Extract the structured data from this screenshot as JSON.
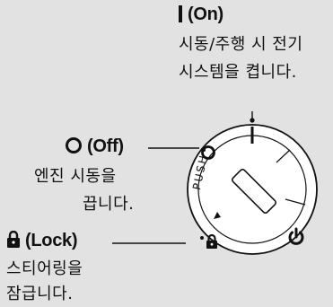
{
  "labels": {
    "on": {
      "title": "(On)",
      "lines": [
        "시동/주행 시 전기",
        "시스템을 켭니다."
      ],
      "icon": "vertical-bar-icon"
    },
    "off": {
      "title": "(Off)",
      "lines": [
        "엔진 시동을",
        "끕니다."
      ],
      "icon": "circle-icon"
    },
    "lock": {
      "title": "(Lock)",
      "lines": [
        "스티어링을",
        "잠급니다."
      ],
      "icon": "padlock-icon"
    }
  },
  "dial": {
    "push_text": "PUSH",
    "power_icon": "power-icon"
  },
  "colors": {
    "background": "#e2e2e2",
    "ink": "#111111",
    "dial_face": "#ffffff"
  }
}
